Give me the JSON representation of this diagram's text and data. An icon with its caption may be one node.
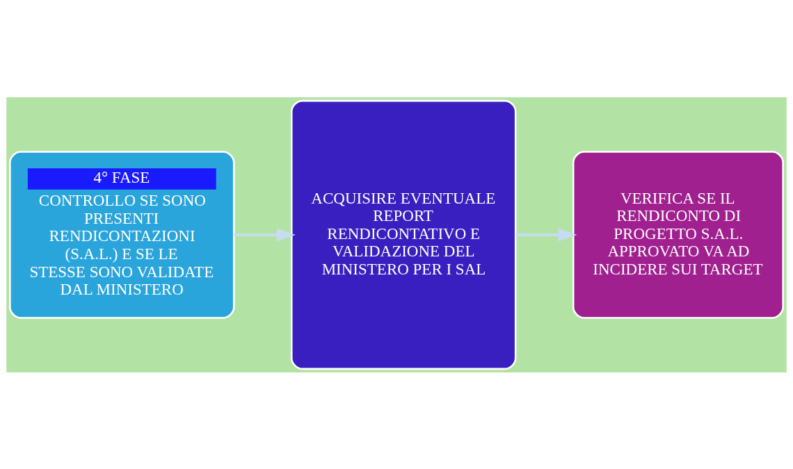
{
  "diagram": {
    "nodes": [
      {
        "text": [
          "4° FASE",
          "CONTROLLO SE SONO PRESENTI RENDICONTAZIONI (S.A.L.) E SE LE STESSE SONO VALIDATE DAL MINISTERO"
        ]
      },
      {
        "text": [
          "ACQUISIRE EVENTUALE REPORT RENDICONTATIVO E VALIDAZIONE DEL MINISTERO PER I SAL"
        ]
      },
      {
        "text": [
          "VERIFICA SE IL RENDICONTO DI PROGETTO S.A.L. APPROVATO VA AD INCIDERE SUI TARGET"
        ]
      }
    ],
    "edges": [
      {
        "from": 0,
        "to": 1,
        "arrow": "to"
      },
      {
        "from": 1,
        "to": 2,
        "arrow": "to"
      }
    ]
  }
}
